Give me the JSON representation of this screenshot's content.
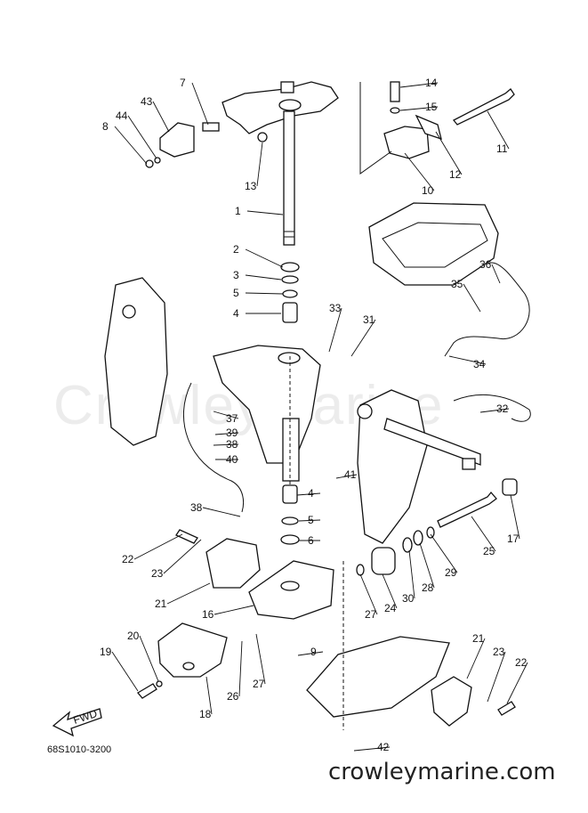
{
  "watermark": "CrowleyMarine",
  "diagram_code": "68S1010-3200",
  "website": "crowleymarine.com",
  "fwd_arrow_label": "FWD",
  "callouts": [
    {
      "id": "c1",
      "label": "1"
    },
    {
      "id": "c2",
      "label": "2"
    },
    {
      "id": "c3",
      "label": "3"
    },
    {
      "id": "c4",
      "label": "4"
    },
    {
      "id": "c5",
      "label": "5"
    },
    {
      "id": "c7",
      "label": "7"
    },
    {
      "id": "c8",
      "label": "8"
    },
    {
      "id": "c10",
      "label": "10"
    },
    {
      "id": "c11",
      "label": "11"
    },
    {
      "id": "c12",
      "label": "12"
    },
    {
      "id": "c13",
      "label": "13"
    },
    {
      "id": "c14",
      "label": "14"
    },
    {
      "id": "c15",
      "label": "15"
    },
    {
      "id": "c43",
      "label": "43"
    },
    {
      "id": "c44",
      "label": "44"
    },
    {
      "id": "c33",
      "label": "33"
    },
    {
      "id": "c31",
      "label": "31"
    },
    {
      "id": "c34",
      "label": "34"
    },
    {
      "id": "c35",
      "label": "35"
    },
    {
      "id": "c36",
      "label": "36"
    },
    {
      "id": "c32",
      "label": "32"
    },
    {
      "id": "c37",
      "label": "37"
    },
    {
      "id": "c39",
      "label": "39"
    },
    {
      "id": "c38a",
      "label": "38"
    },
    {
      "id": "c40",
      "label": "40"
    },
    {
      "id": "c41",
      "label": "41"
    },
    {
      "id": "c4b",
      "label": "4"
    },
    {
      "id": "c5b",
      "label": "5"
    },
    {
      "id": "c6",
      "label": "6"
    },
    {
      "id": "c38b",
      "label": "38"
    },
    {
      "id": "c22a",
      "label": "22"
    },
    {
      "id": "c23a",
      "label": "23"
    },
    {
      "id": "c21a",
      "label": "21"
    },
    {
      "id": "c16",
      "label": "16"
    },
    {
      "id": "c25",
      "label": "25"
    },
    {
      "id": "c17",
      "label": "17"
    },
    {
      "id": "c29",
      "label": "29"
    },
    {
      "id": "c28",
      "label": "28"
    },
    {
      "id": "c30",
      "label": "30"
    },
    {
      "id": "c24",
      "label": "24"
    },
    {
      "id": "c27a",
      "label": "27"
    },
    {
      "id": "c20",
      "label": "20"
    },
    {
      "id": "c19",
      "label": "19"
    },
    {
      "id": "c26",
      "label": "26"
    },
    {
      "id": "c27b",
      "label": "27"
    },
    {
      "id": "c9",
      "label": "9"
    },
    {
      "id": "c18",
      "label": "18"
    },
    {
      "id": "c21b",
      "label": "21"
    },
    {
      "id": "c23b",
      "label": "23"
    },
    {
      "id": "c22b",
      "label": "22"
    },
    {
      "id": "c42",
      "label": "42"
    }
  ]
}
